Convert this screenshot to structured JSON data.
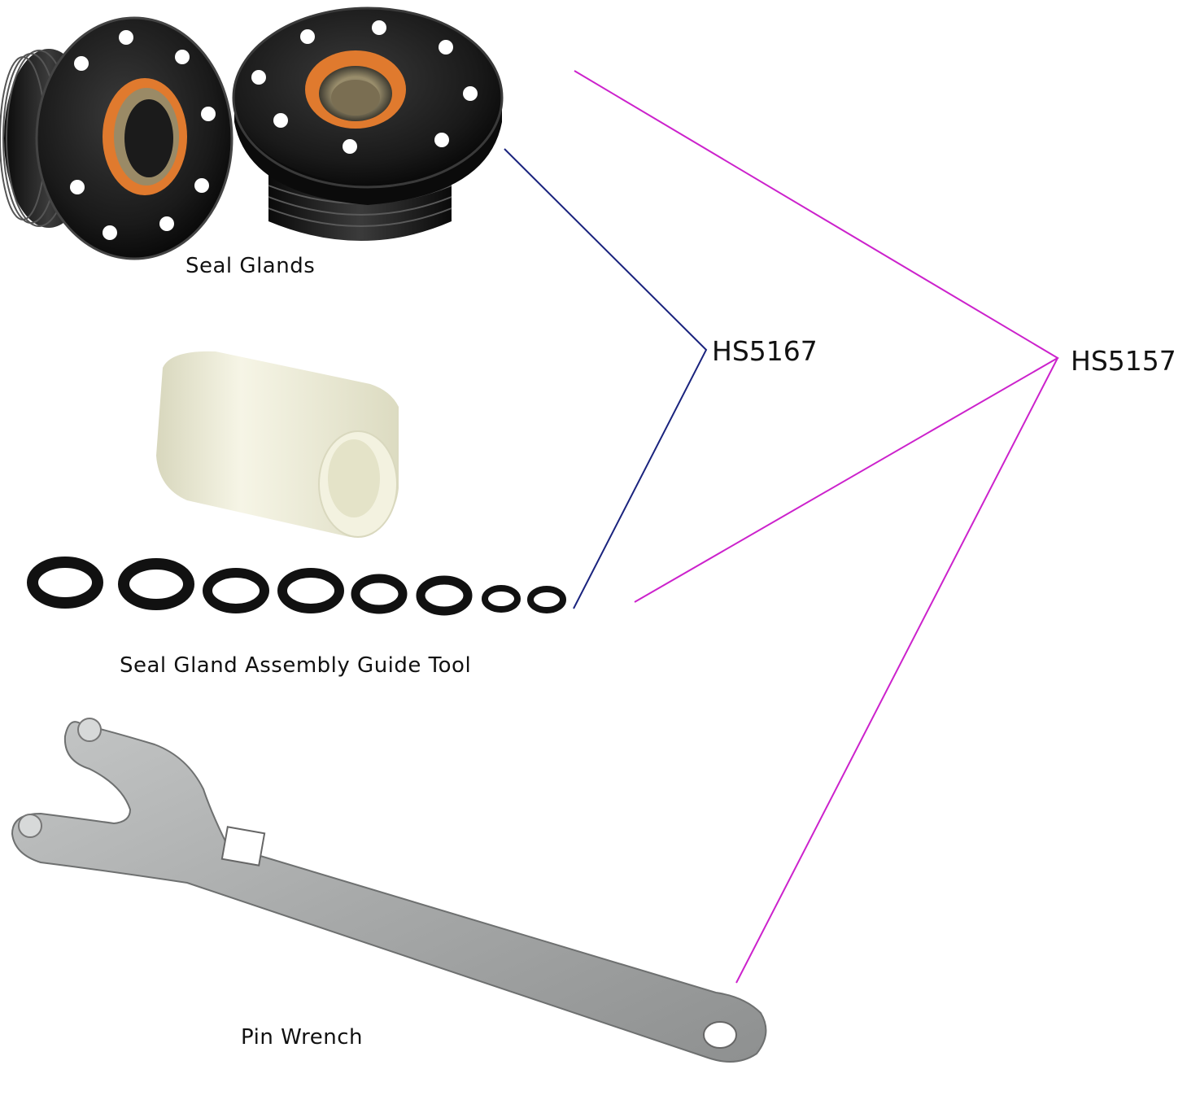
{
  "labels": {
    "seal_glands": "Seal Glands",
    "guide_tool": "Seal Gland Assembly Guide Tool",
    "pin_wrench": "Pin Wrench",
    "kit_a": "HS5167",
    "kit_b": "HS5157"
  },
  "colors": {
    "kit_a_line": "#1a237e",
    "kit_b_line": "#cc22cc",
    "gland_body": "#151515",
    "seal_orange": "#e07a2e",
    "guide_tool": "#efeed8",
    "o_ring": "#111111",
    "wrench": "#a9abab"
  }
}
